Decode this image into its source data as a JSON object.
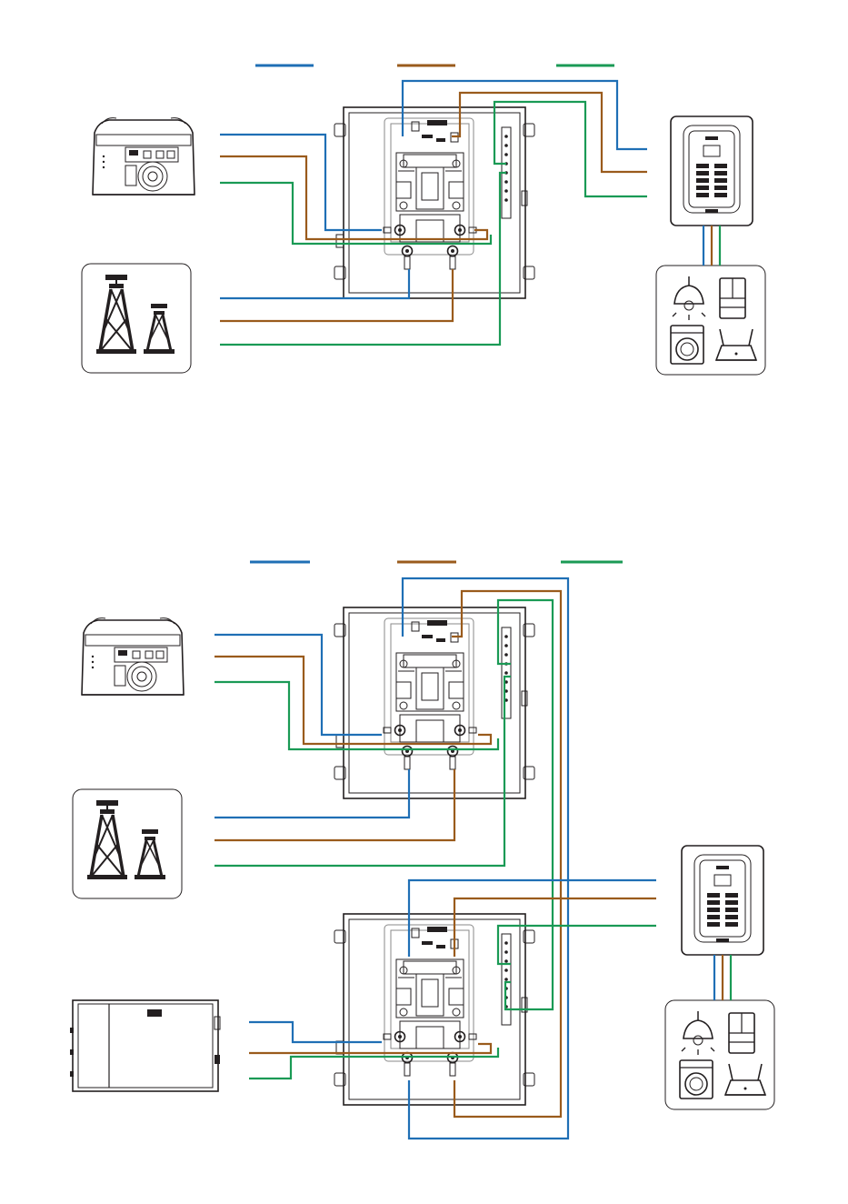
{
  "colors": {
    "blue": "#1f6fb5",
    "brown": "#9a5b1c",
    "green": "#1a9a55",
    "outline": "#231f20",
    "grey": "#8a8a8a"
  },
  "icons": {
    "generator": "portable-generator-icon",
    "utility": "utility-tower-icon",
    "panel": "breaker-panel-icon",
    "appliances": "household-appliances-icon",
    "transfer_switch": "transfer-switch-icon",
    "power_station": "power-station-icon"
  },
  "diagrams": [
    {
      "id": "single-switch",
      "sources": [
        "generator",
        "utility"
      ],
      "switches": 1
    },
    {
      "id": "dual-switch",
      "sources": [
        "generator",
        "utility",
        "power_station"
      ],
      "switches": 2
    }
  ]
}
